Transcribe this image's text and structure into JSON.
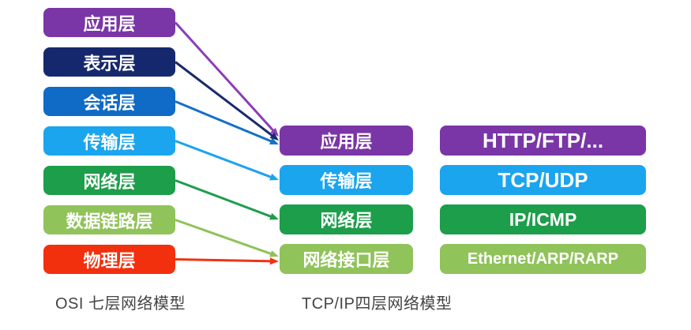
{
  "diagram": {
    "osi": {
      "caption": "OSI 七层网络模型",
      "layers": [
        {
          "label": "应用层",
          "color": "#7A36A6"
        },
        {
          "label": "表示层",
          "color": "#16286D"
        },
        {
          "label": "会话层",
          "color": "#0F6BC5"
        },
        {
          "label": "传输层",
          "color": "#1BA5EE"
        },
        {
          "label": "网络层",
          "color": "#1D9E4B"
        },
        {
          "label": "数据链路层",
          "color": "#90C35A"
        },
        {
          "label": "物理层",
          "color": "#F2300D"
        }
      ]
    },
    "tcpip": {
      "caption": "TCP/IP四层网络模型",
      "layers": [
        {
          "label": "应用层",
          "color": "#7A36A6"
        },
        {
          "label": "传输层",
          "color": "#1BA5EE"
        },
        {
          "label": "网络层",
          "color": "#1D9E4B"
        },
        {
          "label": "网络接口层",
          "color": "#90C35A"
        }
      ]
    },
    "protocols": [
      {
        "label": "HTTP/FTP/...",
        "color": "#7A36A6"
      },
      {
        "label": "TCP/UDP",
        "color": "#1BA5EE"
      },
      {
        "label": "IP/ICMP",
        "color": "#1D9E4B"
      },
      {
        "label": "Ethernet/ARP/RARP",
        "color": "#90C35A"
      }
    ],
    "connections": [
      {
        "from": 0,
        "to": 0,
        "color": "#8B3DB8"
      },
      {
        "from": 1,
        "to": 0,
        "color": "#1B2A6E"
      },
      {
        "from": 2,
        "to": 0,
        "color": "#1470C8"
      },
      {
        "from": 3,
        "to": 1,
        "color": "#1BA4EE"
      },
      {
        "from": 4,
        "to": 2,
        "color": "#1E9E4D"
      },
      {
        "from": 5,
        "to": 3,
        "color": "#8FC35B"
      },
      {
        "from": 6,
        "to": 3,
        "color": "#F03314"
      }
    ]
  }
}
